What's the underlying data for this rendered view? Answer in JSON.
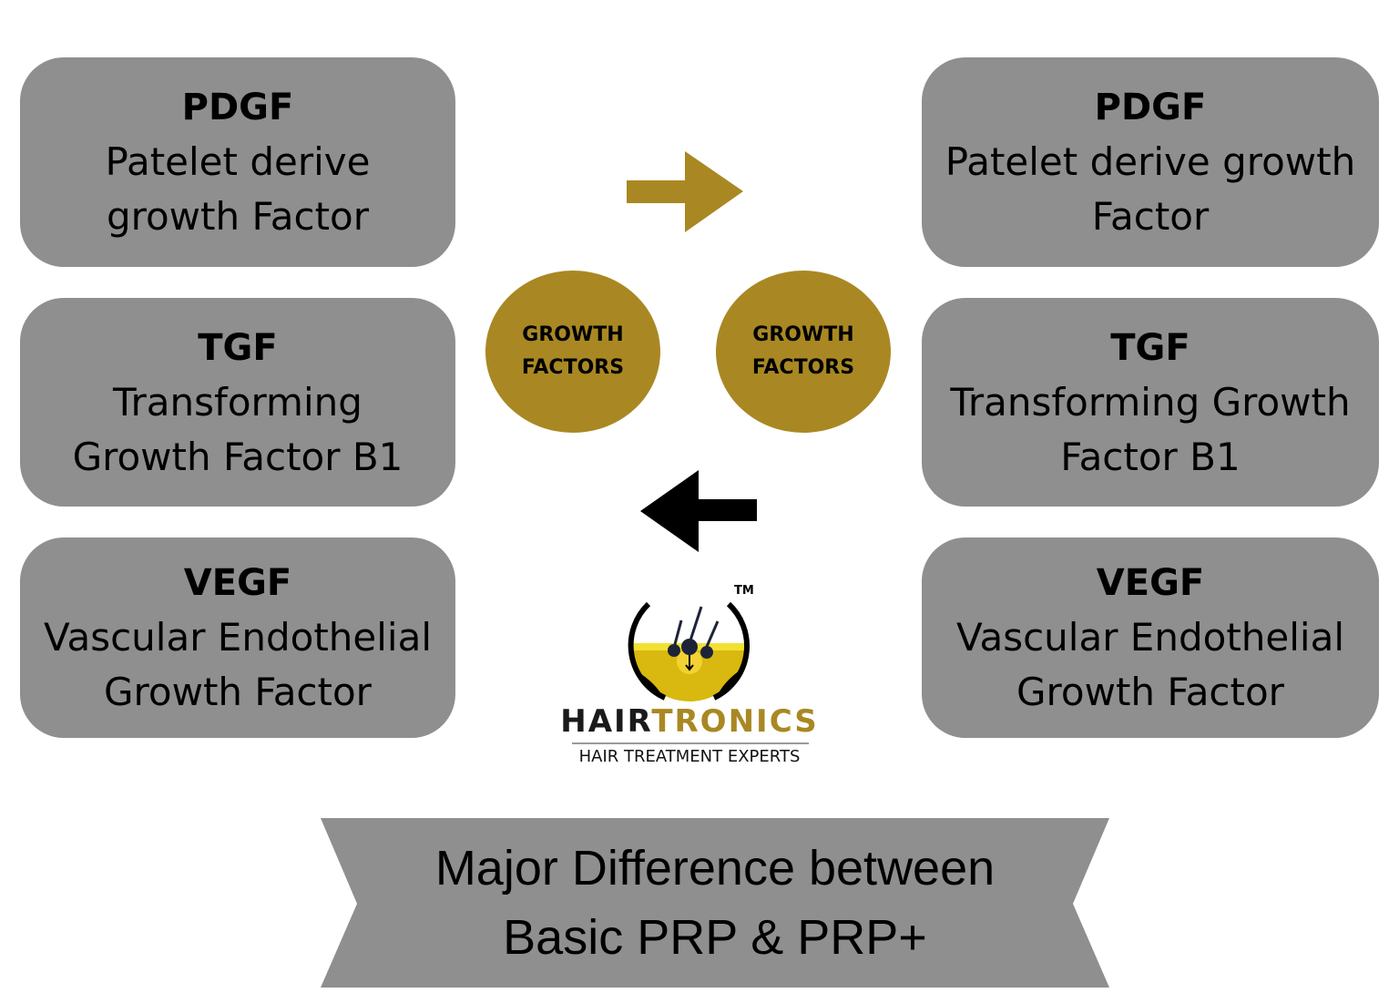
{
  "colors": {
    "box_fill": "#8f8f8f",
    "accent_gold": "#a98823",
    "arrow_left": "#000000",
    "background": "#ffffff"
  },
  "left_column": [
    {
      "abbr": "PDGF",
      "desc": "Patelet derive\ngrowth Factor"
    },
    {
      "abbr": "TGF",
      "desc": "Transforming\nGrowth Factor B1"
    },
    {
      "abbr": "VEGF",
      "desc": "Vascular Endothelial\nGrowth Factor"
    }
  ],
  "right_column": [
    {
      "abbr": "PDGF",
      "desc": "Patelet derive growth\nFactor"
    },
    {
      "abbr": "TGF",
      "desc": "Transforming Growth\nFactor B1"
    },
    {
      "abbr": "VEGF",
      "desc": "Vascular Endothelial\nGrowth Factor"
    }
  ],
  "center": {
    "left_circle": "GROWTH\nFACTORS",
    "right_circle": "GROWTH\nFACTORS",
    "arrow_top": "arrow-right-icon",
    "arrow_bottom": "arrow-left-icon"
  },
  "logo": {
    "brand_part1": "HAIR",
    "brand_part2": "TRONICS",
    "tagline": "HAIR TREATMENT EXPERTS",
    "trademark": "TM"
  },
  "banner": {
    "title": "Major Difference between\nBasic PRP & PRP+"
  }
}
